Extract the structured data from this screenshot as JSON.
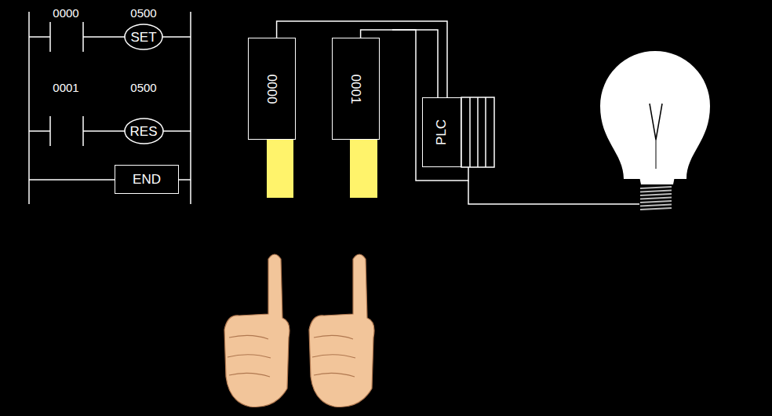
{
  "diagram": {
    "nodes": [
      {
        "text": [
          "SET"
        ]
      },
      {
        "text": [
          "RES"
        ]
      },
      {
        "text": [
          "END"
        ]
      },
      {
        "text": [
          "0000"
        ]
      },
      {
        "text": [
          "0001"
        ]
      },
      {
        "text": [
          "PLC"
        ]
      }
    ],
    "edges": [
      {
        "from": 3,
        "to": 5,
        "arrow": "none"
      },
      {
        "from": 4,
        "to": 5,
        "arrow": "none"
      }
    ],
    "labels": [
      "0000",
      "0500",
      "0001",
      "0500"
    ]
  }
}
